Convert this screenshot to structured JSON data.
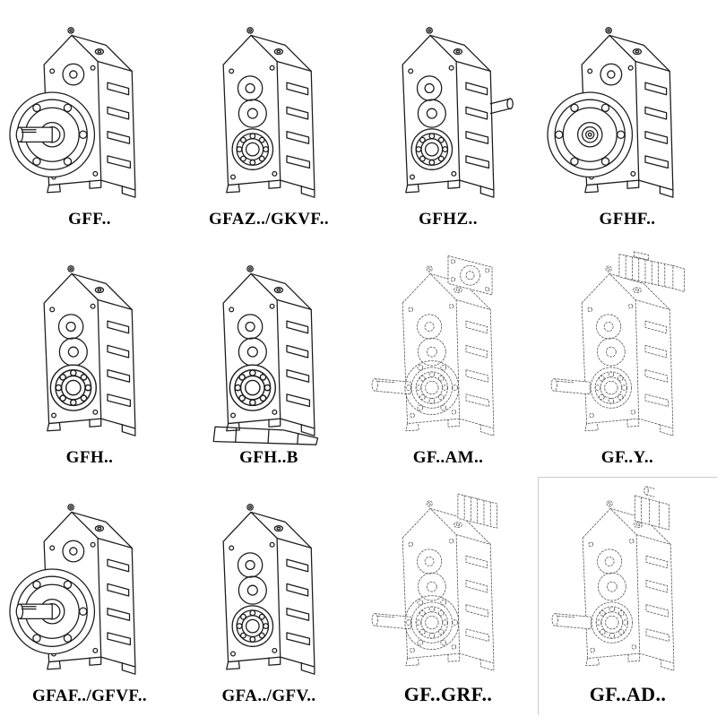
{
  "catalog": {
    "rows": 3,
    "columns": 4,
    "background": "#ffffff",
    "line_color": "#1c1c1c",
    "phantom_line_color": "#5a5a5a",
    "cells": [
      {
        "label": "GFF..",
        "drawing": "gearbox-output-flange-solid-shaft",
        "line_style": "solid"
      },
      {
        "label": "GFAZ../GKVF..",
        "drawing": "gearbox-hollow-shaft",
        "line_style": "solid"
      },
      {
        "label": "GFHZ..",
        "drawing": "gearbox-hollow-shaft-input-stub",
        "line_style": "solid"
      },
      {
        "label": "GFHF..",
        "drawing": "gearbox-flange-hollow-shaft",
        "line_style": "solid"
      },
      {
        "label": "GFH..",
        "drawing": "gearbox-hollow-shaft-large-bearing",
        "line_style": "solid"
      },
      {
        "label": "GFH..B",
        "drawing": "gearbox-hollow-shaft-with-base",
        "line_style": "solid"
      },
      {
        "label": "GF..AM..",
        "drawing": "gearbox-iec-adapter-flange",
        "line_style": "phantom"
      },
      {
        "label": "GF..Y..",
        "drawing": "gearbox-with-motor",
        "line_style": "phantom"
      },
      {
        "label": "GFAF../GFVF..",
        "drawing": "gearbox-output-flange-solid-shaft",
        "line_style": "solid"
      },
      {
        "label": "GFA../GFV..",
        "drawing": "gearbox-hollow-shaft",
        "line_style": "solid"
      },
      {
        "label": "GF..GRF..",
        "drawing": "gearbox-finned-cover",
        "line_style": "phantom"
      },
      {
        "label": "GF..AD..",
        "drawing": "gearbox-input-shaft-adapter",
        "line_style": "phantom"
      }
    ]
  }
}
